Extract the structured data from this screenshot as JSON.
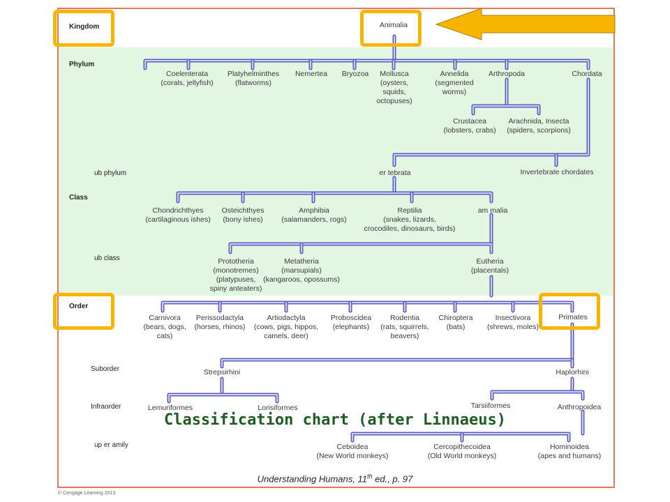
{
  "ranks": {
    "kingdom": "Kingdom",
    "phylum": "Phylum",
    "subphylum": "ub phylum",
    "class": "Class",
    "subclass": "ub class",
    "order": "Order",
    "suborder": "Suborder",
    "infraorder": "Infraorder",
    "superfamily": "up er amily"
  },
  "nodes": {
    "animalia": "Animalia",
    "coelenterata": [
      "Coelenterata",
      "(corals, jellyfish)"
    ],
    "platyhelminthes": [
      "Platyhelminthes",
      "(flatworms)"
    ],
    "nemertea": "Nemertea",
    "bryozoa": "Bryozoa",
    "mollusca": [
      "Mollusca",
      "(oysters,",
      "squids,",
      "octopuses)"
    ],
    "annelida": [
      "Annelida",
      "(segmented",
      "worms)"
    ],
    "arthropoda": "Arthropoda",
    "chordata": "Chordata",
    "crustacea": [
      "Crustacea",
      "(lobsters, crabs)"
    ],
    "arachnida": [
      "Arachnida, Insecta",
      "(spiders, scorpions)"
    ],
    "vertebrata": "er tebrata",
    "invertebrate_chordates": "Invertebrate chordates",
    "chondrichthyes": [
      "Chondrichthyes",
      "(cartilaginous   ishes)"
    ],
    "osteichthyes": [
      "Osteichthyes",
      "(bony   ishes)"
    ],
    "amphibia": [
      "Amphibia",
      "(salamanders,  rogs)"
    ],
    "reptilia": [
      "Reptilia",
      "(snakes, lizards,",
      "crocodiles, dinosaurs, birds)"
    ],
    "mammalia": "am malia",
    "prototheria": [
      "Prototheria",
      "(monotremes)",
      "(platypuses,",
      "spiny anteaters)"
    ],
    "metatheria": [
      "Metatheria",
      "(marsupials)",
      "(kangaroos, opossums)"
    ],
    "eutheria": [
      "Eutheria",
      "(placentals)"
    ],
    "carnivora": [
      "Carnivora",
      "(bears, dogs,",
      "cats)"
    ],
    "perissodactyla": [
      "Perissodactyla",
      "(horses, rhinos)"
    ],
    "artiodactyla": [
      "Artiodactyla",
      "(cows, pigs, hippos,",
      "camels, deer)"
    ],
    "proboscidea": [
      "Proboscidea",
      "(elephants)"
    ],
    "rodentia": [
      "Rodentia",
      "(rats, squirrels,",
      "beavers)"
    ],
    "chiroptera": [
      "Chiroptera",
      "(bats)"
    ],
    "insectivora": [
      "Insectivora",
      "(shrews, moles)"
    ],
    "primates": "Primates",
    "strepsirhini": "Strepsirhini",
    "haplorhini": "Haplorhini",
    "lemuriformes": "Lemuriformes",
    "lorisiformes": "Lorisiformes",
    "tarsiiformes": "Tarsiiformes",
    "anthropoidea": "Anthropoidea",
    "ceboidea": [
      "Ceboidea",
      "(New World monkeys)"
    ],
    "cercopithecoidea": [
      "Cercopithecoidea",
      "(Old World monkeys)"
    ],
    "hominoidea": [
      "Hominoidea",
      "(apes and humans)"
    ]
  },
  "title": "Classification chart (after Linnaeus)",
  "citation": {
    "main": "Understanding Humans, 11",
    "sup": "th",
    "rest": " ed., p. 97"
  },
  "copyright": "© Cengage Learning 2013",
  "colors": {
    "line": "#5a5fc0",
    "highlight": "#f7b500",
    "band": "#e2f6e2",
    "title": "#1e5c22",
    "border": "#e8765c"
  }
}
